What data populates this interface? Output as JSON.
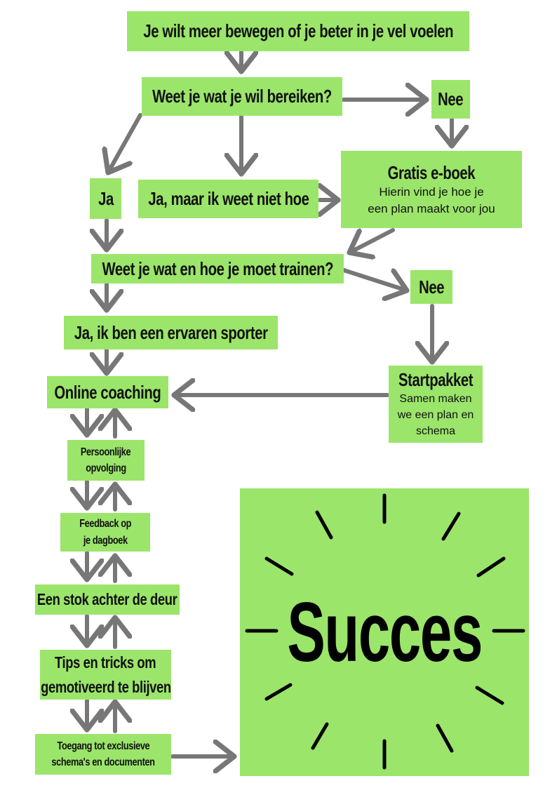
{
  "nodes": {
    "start": "Je wilt meer bewegen of je beter in je vel voelen",
    "goal_question": "Weet je wat je wil bereiken?",
    "nee_1": "Nee",
    "ebook_title": "Gratis e-boek",
    "ebook_line1": "Hierin vind je hoe je",
    "ebook_line2": "een plan maakt voor jou",
    "ja_1": "Ja",
    "ja_maar": "Ja, maar ik weet niet hoe",
    "train_question": "Weet je wat en hoe je moet trainen?",
    "nee_2": "Nee",
    "ervaren": "Ja, ik ben een ervaren sporter",
    "startpakket_title": "Startpakket",
    "startpakket_line1": "Samen maken",
    "startpakket_line2": "we een plan en",
    "startpakket_line3": "schema",
    "online_coaching": "Online coaching",
    "opvolging_line1": "Persoonlijke",
    "opvolging_line2": "opvolging",
    "feedback_line1": "Feedback op",
    "feedback_line2": "je dagboek",
    "stok": "Een stok achter de deur",
    "tips_line1": "Tips en tricks om",
    "tips_line2": "gemotiveerd te blijven",
    "toegang_line1": "Toegang tot exclusieve",
    "toegang_line2": "schema's en documenten",
    "succes": "Succes"
  },
  "colors": {
    "box_fill": "#9be56b",
    "arrow": "#777777",
    "text": "#111111"
  }
}
